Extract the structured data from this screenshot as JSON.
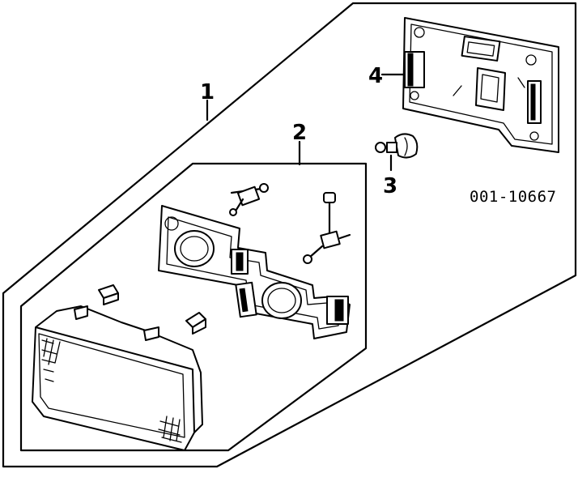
{
  "diagram": {
    "part_code": "001-10667",
    "callouts": [
      {
        "id": "1",
        "label": "1"
      },
      {
        "id": "2",
        "label": "2"
      },
      {
        "id": "3",
        "label": "3"
      },
      {
        "id": "4",
        "label": "4"
      }
    ]
  }
}
